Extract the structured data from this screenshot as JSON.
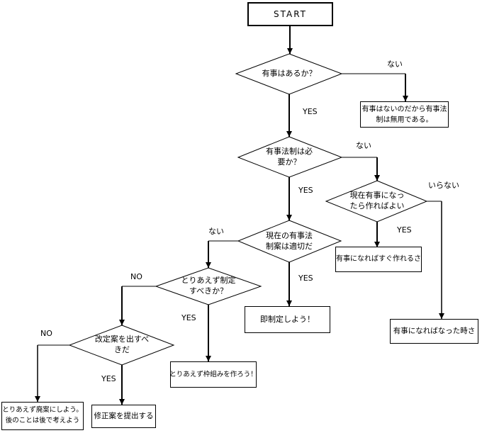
{
  "nodes": {
    "start": {
      "label": "START"
    },
    "d1": {
      "label": "有事はあるか？"
    },
    "d2": {
      "label": "有事法制は必要か？"
    },
    "d3": {
      "label": "現在有事になったら作ればよい"
    },
    "d4": {
      "label": "現在の有事法制案は適切だ"
    },
    "d5": {
      "label": "とりあえず制定すべきか？"
    },
    "d6": {
      "label": "改定案を出すべきだ"
    },
    "box_useless": {
      "label": "有事はないのだから有事法制は無用である。"
    },
    "box_make_quickly": {
      "label": "有事になればすぐ作れるさ"
    },
    "box_when_happens": {
      "label": "有事になればなった時さ"
    },
    "box_enact_now": {
      "label": "即制定しよう！"
    },
    "box_framework": {
      "label": "とりあえず枠組みを作ろう！"
    },
    "box_submit": {
      "label": "修正案を提出する"
    },
    "box_scrap": {
      "label": "とりあえず廃案にしよう。後のことは後で考えよう"
    }
  },
  "edge_labels": {
    "d1_no": "ない",
    "d1_yes": "YES",
    "d2_no": "ない",
    "d2_yes": "YES",
    "d3_no": "いらない",
    "d3_yes": "YES",
    "d4_no": "ない",
    "d4_yes": "YES",
    "d5_no": "NO",
    "d5_yes": "YES",
    "d6_no": "NO",
    "d6_yes": "YES"
  },
  "colors": {
    "line": "#000000",
    "background": "#ffffff",
    "node_fill": "#ffffff"
  }
}
